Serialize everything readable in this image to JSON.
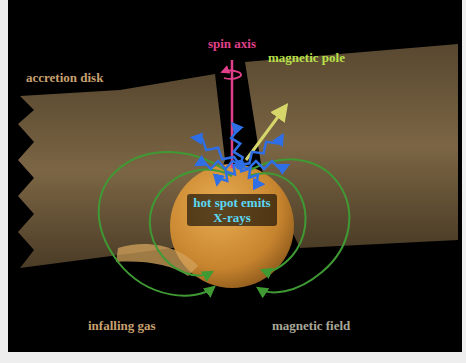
{
  "diagram": {
    "labels": [
      "spin axis",
      "magnetic pole",
      "accretion disk",
      "hot spot emits X-rays",
      "infalling gas",
      "magnetic field"
    ]
  }
}
